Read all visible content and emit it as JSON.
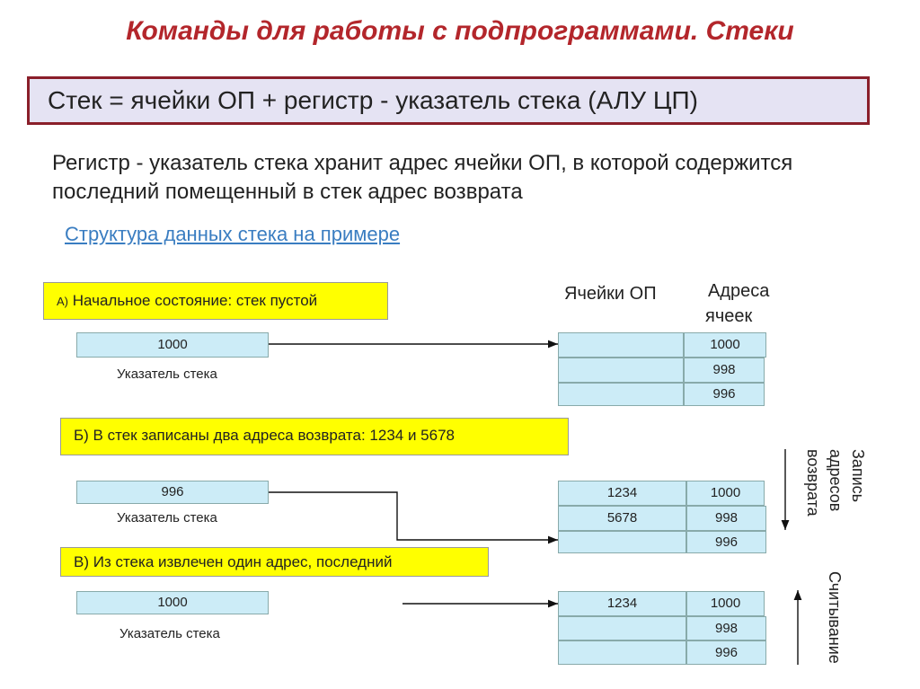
{
  "title": "Команды для работы с подпрограммами. Стеки",
  "definition": "Стек = ячейки  ОП + регистр - указатель стека (АЛУ ЦП)",
  "description": "Регистр - указатель стека хранит адрес ячейки ОП, в которой содержится последний помещенный в стек адрес возврата",
  "link_text": "Структура данных стека на примере",
  "headers": {
    "cells": "Ячейки ОП",
    "addresses_1": "Адреса",
    "addresses_2": "ячеек"
  },
  "sections": {
    "a": {
      "label_prefix": "А)",
      "label": "Начальное состояние: стек пустой",
      "pointer_value": "1000",
      "pointer_label": "Указатель стека",
      "cells": [
        "",
        "",
        ""
      ],
      "addresses": [
        "1000",
        "998",
        "996"
      ]
    },
    "b": {
      "label": "Б) В стек записаны два адреса возврата: 1234 и 5678",
      "pointer_value": "996",
      "pointer_label": "Указатель стека",
      "cells": [
        "1234",
        "5678",
        ""
      ],
      "addresses": [
        "1000",
        "998",
        "996"
      ]
    },
    "c": {
      "label": "В) Из стека извлечен один адрес, последний",
      "pointer_value": "1000",
      "pointer_label": "Указатель стека",
      "cells": [
        "1234",
        "",
        ""
      ],
      "addresses": [
        "1000",
        "998",
        "996"
      ]
    }
  },
  "side_labels": {
    "write_1": "Запись",
    "write_2": "адресов",
    "write_3": "возврата",
    "read": "Считывание"
  },
  "colors": {
    "title": "#b3262b",
    "highlight": "#ffff00",
    "cell": "#ccecf7",
    "link": "#3a7dc1",
    "def_bg": "#e5e3f3",
    "def_border": "#8a1f2a"
  }
}
